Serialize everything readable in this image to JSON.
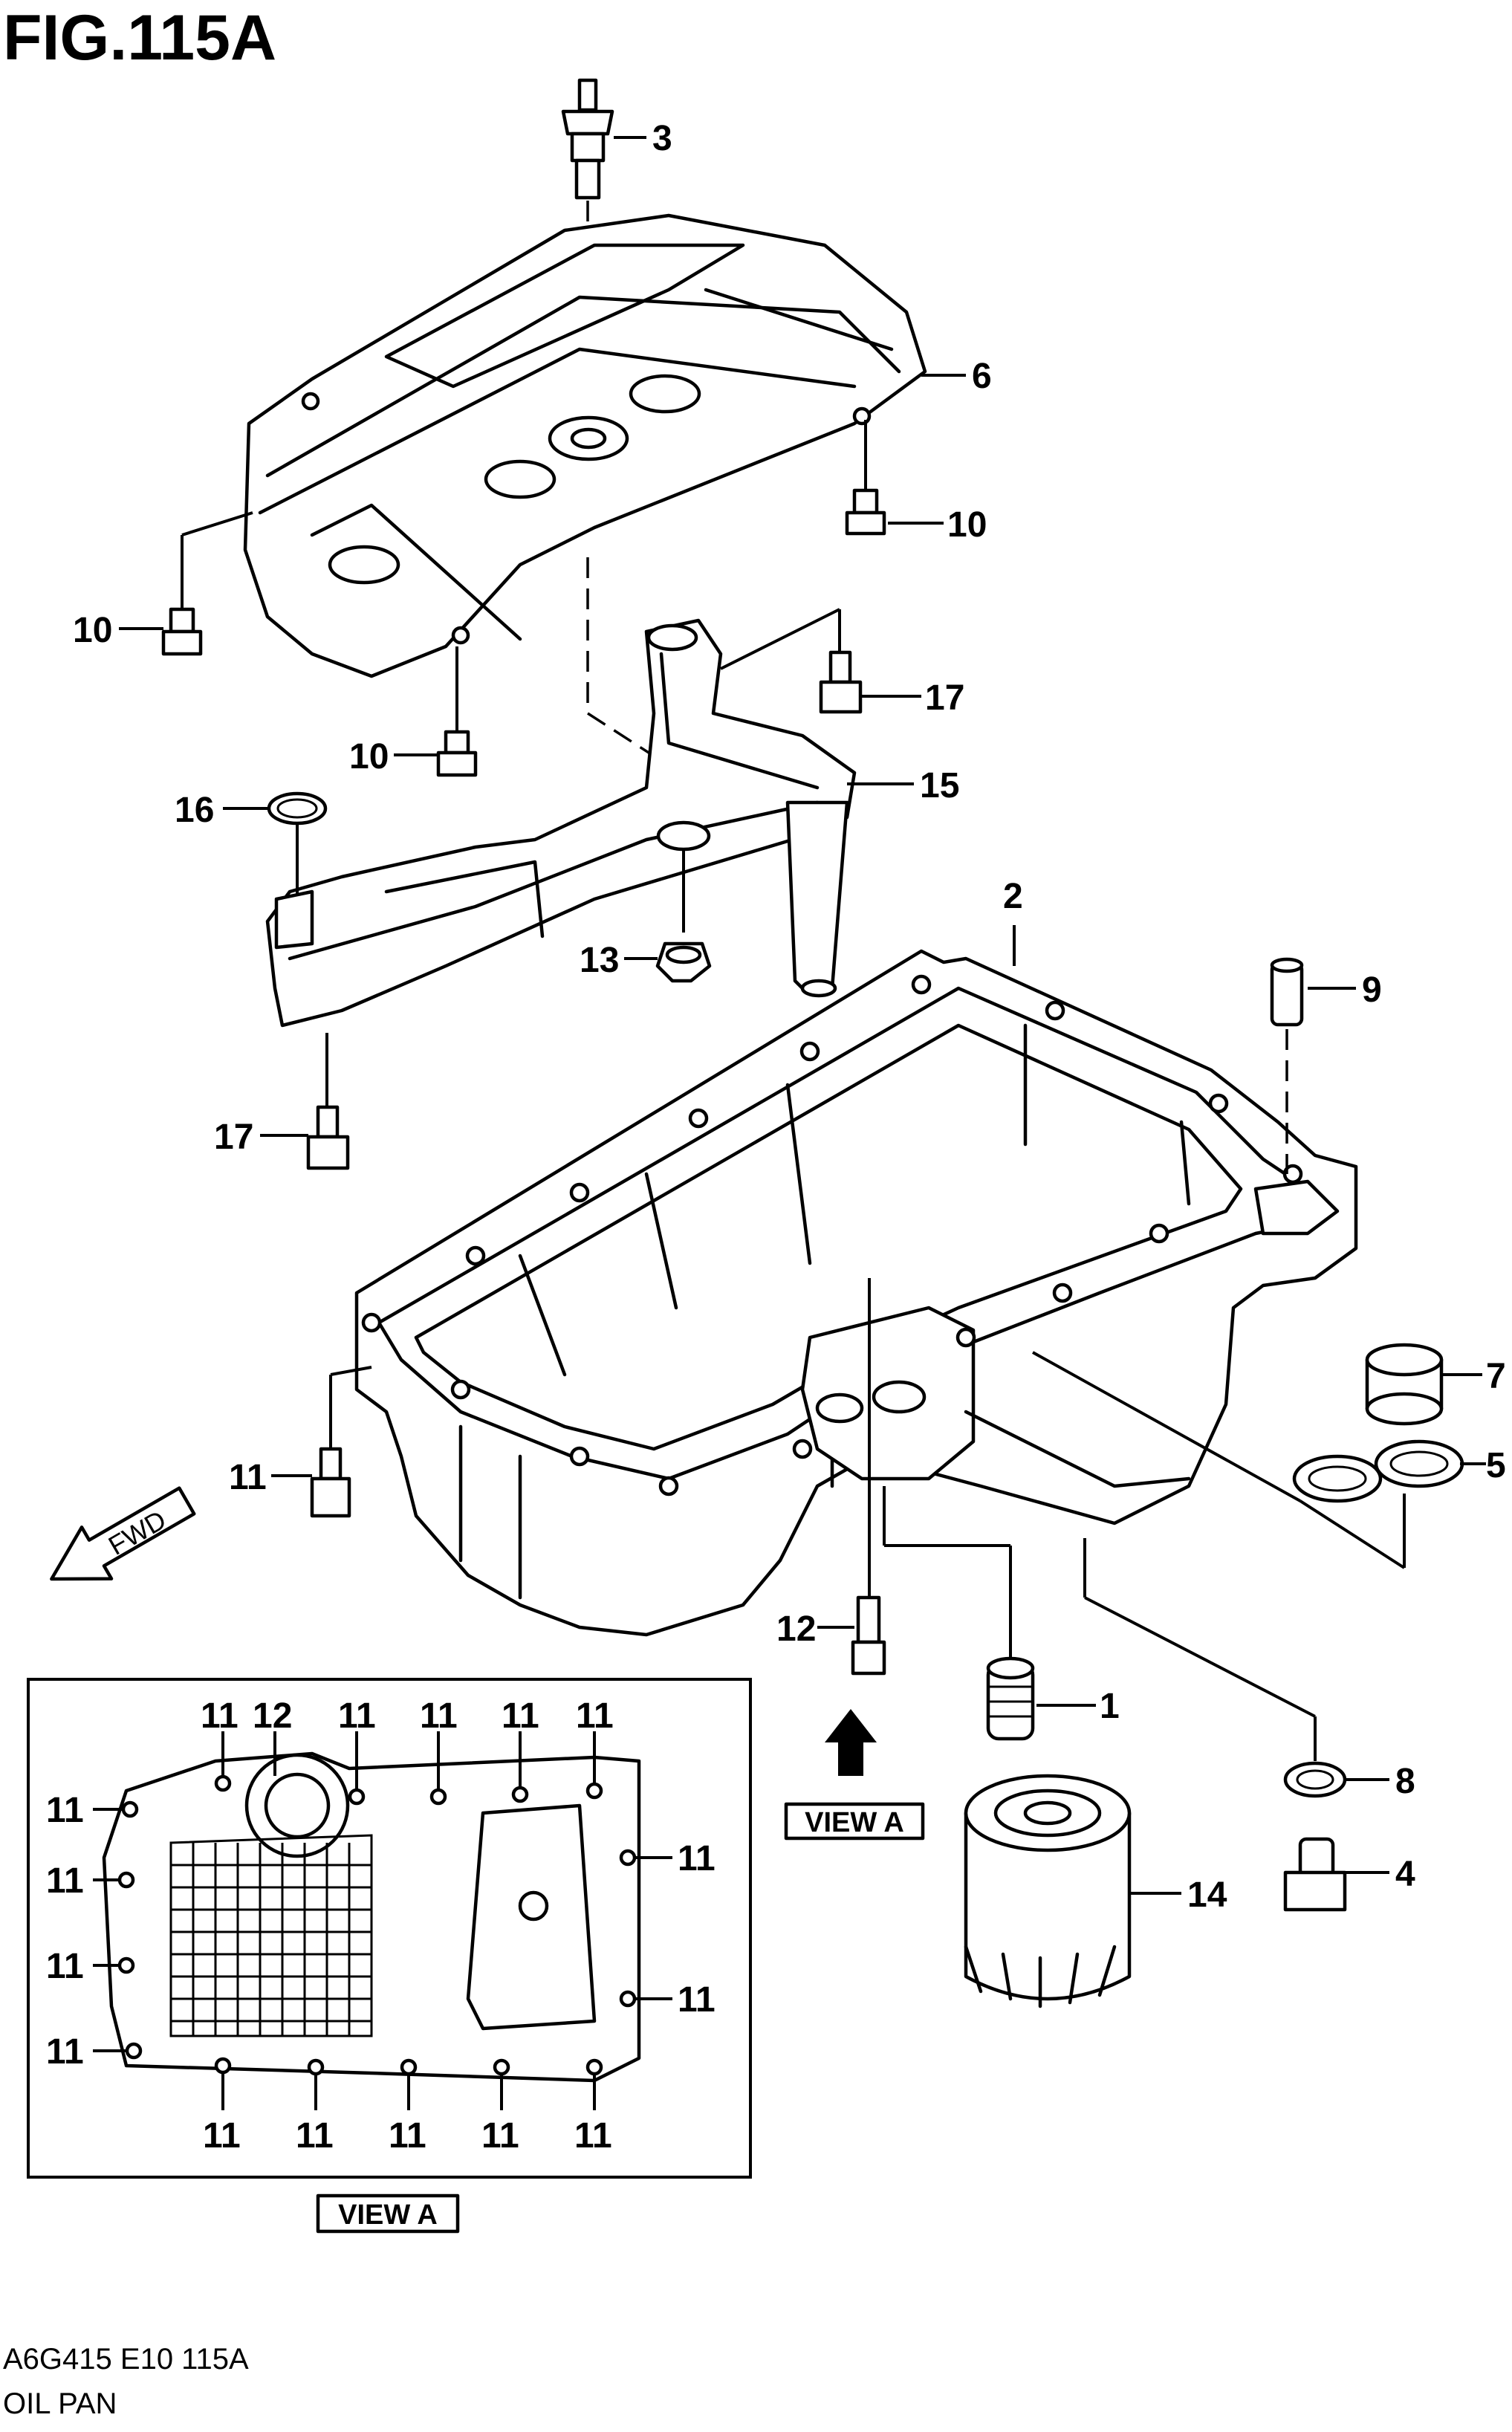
{
  "figure_title": "FIG.115A",
  "footer": {
    "code": "A6G415 E10 115A",
    "name": "OIL PAN"
  },
  "direction_marker": "FWD",
  "view_labels": {
    "main_view_arrow": "VIEW A",
    "inset_view": "VIEW A"
  },
  "callouts": {
    "c1": "1",
    "c2": "2",
    "c3": "3",
    "c4": "4",
    "c5": "5",
    "c6": "6",
    "c7": "7",
    "c8": "8",
    "c9": "9",
    "c10a": "10",
    "c10b": "10",
    "c10c": "10",
    "c11": "11",
    "c12": "12",
    "c13": "13",
    "c14": "14",
    "c15": "15",
    "c16": "16",
    "c17a": "17",
    "c17b": "17"
  },
  "inset_callouts": {
    "top": [
      "11",
      "12",
      "11",
      "11",
      "11",
      "11"
    ],
    "left": [
      "11",
      "11",
      "11",
      "11"
    ],
    "right": [
      "11",
      "11"
    ],
    "bottom": [
      "11",
      "11",
      "11",
      "11",
      "11"
    ]
  }
}
